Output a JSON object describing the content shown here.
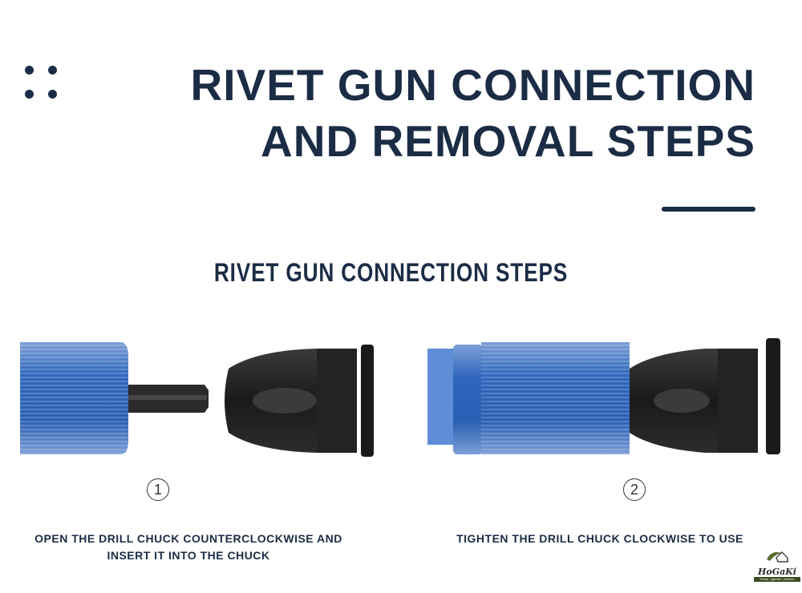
{
  "header": {
    "title_line1": "RIVET GUN CONNECTION",
    "title_line2": "AND REMOVAL STEPS"
  },
  "section": {
    "subtitle": "RIVET GUN CONNECTION STEPS"
  },
  "steps": [
    {
      "number": "1",
      "caption_line1": "OPEN THE DRILL CHUCK COUNTERCLOCKWISE AND",
      "caption_line2": "INSERT IT INTO THE CHUCK"
    },
    {
      "number": "2",
      "caption_line1": "TIGHTEN THE DRILL CHUCK CLOCKWISE TO USE"
    }
  ],
  "logo": {
    "name": "HoGaKi",
    "tagline": "Home • garden • kitchen"
  },
  "colors": {
    "navy": "#1b2c45",
    "blue": "#2a63b8",
    "black": "#1c1c1c"
  }
}
